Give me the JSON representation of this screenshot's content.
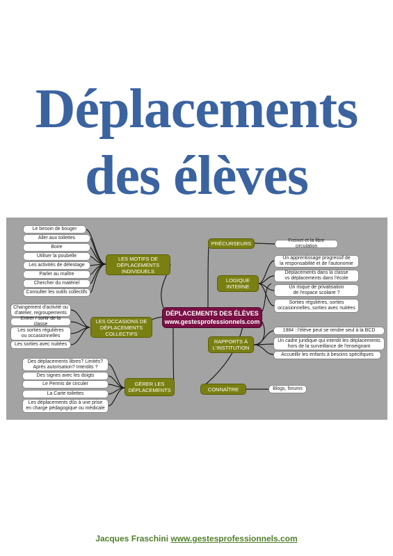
{
  "title": {
    "line1": "Déplacements",
    "line2": "des élèves"
  },
  "center": {
    "line1": "DÉPLACEMENTS  DES ÉLÈVES",
    "line2": "www.gestesprofessionnels.com"
  },
  "categories": {
    "motifs": "LES MOTIFS DE\nDÉPLACEMENTS\nINDIVIDUELS",
    "occasions": "LES OCCASIONS DE\nDÉPLACEMENTS\nCOLLECTIFS",
    "gerer": "GÉRER LES\nDÉPLACEMENTS",
    "precurseurs": "PRÉCURSEURS",
    "logique": "LOGIQUE\nINTERNE",
    "rapports": "RAPPORTS À\nL'INSTITUTION",
    "connaitre": "CONNAÎTRE"
  },
  "motifs_items": [
    "Le besoin de bouger",
    "Aller aux toilettes",
    "Boire",
    "Utiliser la poubelle",
    "Les activités de délestage",
    "Parler au maître",
    "Chercher du matériel",
    "Consulter les outils collectifs"
  ],
  "occasions_items": [
    "Changement d'activité ou\nd'atelier,  regroupements",
    "Entrer / sortir de la classe",
    "Les sorties régulières\nou occasionnelles",
    "Les sorties avec nuitées"
  ],
  "gerer_items": [
    "Des déplacements  libres?  Limités?\nAprès autorisation?  Interdits  ?",
    "Des signes avec les doigts",
    "Le Permis de circuler",
    "La Carte toilettes",
    "Les déplacements  dûs à une prise\nen charge pédagogique  ou médicale"
  ],
  "precurseurs_items": [
    "Freinet et la libre circulation"
  ],
  "logique_items": [
    "Un apprentissage  progressif  de\nla responsabilité  et de l'autonomie",
    "Déplacements  dans la classe\nvs déplacements  dans  l'école",
    "Un risque de privatisation\nde l'espace scolaire ?",
    "Sorties régulières,  sorties\noccasionnelles,  sorties avec nuitées"
  ],
  "rapports_items": [
    "1984 : l'élève peut se rendre seul à la BCD",
    "Un cadre juridique  qui interdit  les déplacements\nhors de la surveillance  de l'enseignant",
    "Accueillir les enfants à besoins spécifiques"
  ],
  "connaitre_items": [
    "Blogs, forums"
  ],
  "footer": {
    "author": "Jacques Fraschini",
    "url": "www.gestesprofessionnels.com"
  },
  "colors": {
    "title": "#3a63a0",
    "category": "#7a7f12",
    "center": "#7a1045",
    "background": "#a3a3a3",
    "footer": "#4f7f2a"
  }
}
